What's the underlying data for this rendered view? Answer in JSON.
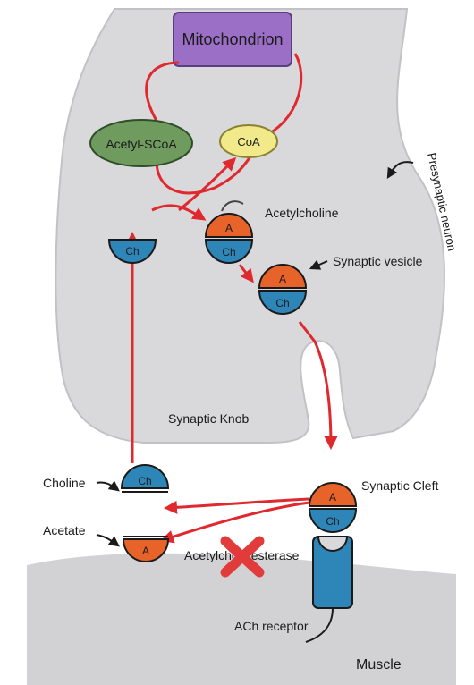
{
  "labels": {
    "mitochondrion": "Mitochondrion",
    "acetyl_scoa": "Acetyl-SCoA",
    "coa": "CoA",
    "acetylcholine": "Acetylcholine",
    "synaptic_vesicle": "Synaptic vesicle",
    "presynaptic_neuron": "Presynaptic neuron",
    "synaptic_knob": "Synaptic Knob",
    "choline": "Choline",
    "acetate": "Acetate",
    "synaptic_cleft": "Synaptic Cleft",
    "acetylcholinesterase": "Acetylcholinesterase",
    "ach_receptor": "ACh receptor",
    "muscle": "Muscle"
  },
  "molecule_labels": {
    "choline": "Ch",
    "acetyl": "A"
  },
  "colors": {
    "neuron_fill": "#d9d9dc",
    "muscle_fill": "#d2d2d5",
    "mitochondrion": "#9b6fc6",
    "acetyl_scoa": "#6f9b5e",
    "coa": "#f1e98a",
    "acetyl_group": "#e8632a",
    "choline_group": "#2e86b8",
    "pathway_arrow": "#e0282f",
    "inhibition_cross": "#e23b3b"
  }
}
